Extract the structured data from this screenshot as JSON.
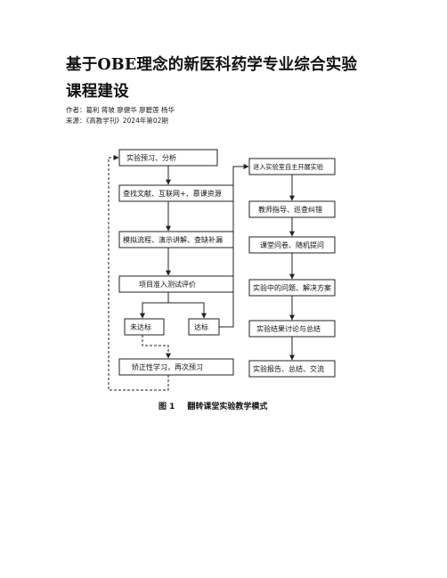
{
  "article": {
    "title_line1": "基于OBE理念的新医科药学专业综合实验",
    "title_line2": "课程建设",
    "authors_label": "作者：",
    "authors": "葛利 蒋玻 廖健华 廖碧莲 杨华",
    "source_label": "来源：",
    "source": "《高教学刊》2024年第02期"
  },
  "figure": {
    "left_steps": [
      "实验预习、分析",
      "查找文献、互联网+、慕课资源",
      "模拟流程、演示讲解、查缺补漏",
      "项目准入测试评价"
    ],
    "fail_label": "未达标",
    "pass_label": "达标",
    "retry_label": "矫正性学习，再次预习",
    "right_steps": [
      "进入实验室自主开展实验",
      "教师指导、巡查纠错",
      "课堂问卷、随机提问",
      "实验中的问题、解决方案",
      "实验结果讨论与总结",
      "实验报告、总结、交流"
    ],
    "caption_num": "图 1",
    "caption_text": "翻转课堂实验教学模式"
  }
}
